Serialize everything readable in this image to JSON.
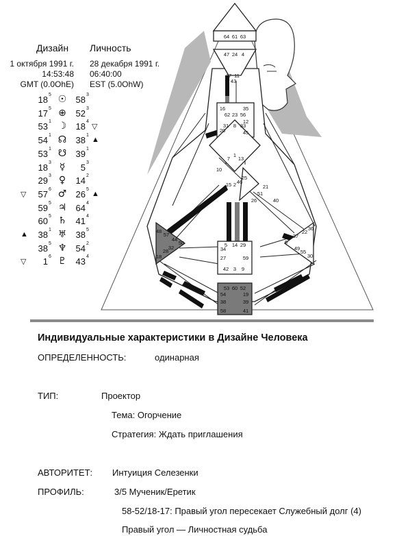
{
  "design": {
    "title": "Дизайн",
    "date": "1 октября 1991 г.",
    "time": "14:53:48",
    "zone": "GMT (0.0OhE)"
  },
  "personality": {
    "title": "Личность",
    "date": "28 декабря 1991 г.",
    "time": "06:40:00",
    "zone": "EST (5.0OhW)"
  },
  "planets": [
    {
      "d_mark": "",
      "d_gate": "18",
      "d_line": "5",
      "symbol": "☉",
      "p_gate": "58",
      "p_line": "3",
      "p_mark": ""
    },
    {
      "d_mark": "",
      "d_gate": "17",
      "d_line": "5",
      "symbol": "⊕",
      "p_gate": "52",
      "p_line": "3",
      "p_mark": ""
    },
    {
      "d_mark": "",
      "d_gate": "53",
      "d_line": "1",
      "symbol": "☽",
      "p_gate": "18",
      "p_line": "4",
      "p_mark": "▽"
    },
    {
      "d_mark": "",
      "d_gate": "54",
      "d_line": "1",
      "symbol": "☊",
      "p_gate": "38",
      "p_line": "1",
      "p_mark": "▲"
    },
    {
      "d_mark": "",
      "d_gate": "53",
      "d_line": "1",
      "symbol": "☋",
      "p_gate": "39",
      "p_line": "1",
      "p_mark": ""
    },
    {
      "d_mark": "",
      "d_gate": "18",
      "d_line": "3",
      "symbol": "☿",
      "p_gate": "5",
      "p_line": "3",
      "p_mark": ""
    },
    {
      "d_mark": "",
      "d_gate": "29",
      "d_line": "3",
      "symbol": "♀",
      "p_gate": "14",
      "p_line": "2",
      "p_mark": ""
    },
    {
      "d_mark": "▽",
      "d_gate": "57",
      "d_line": "6",
      "symbol": "♂",
      "p_gate": "26",
      "p_line": "5",
      "p_mark": "▲"
    },
    {
      "d_mark": "",
      "d_gate": "59",
      "d_line": "5",
      "symbol": "♃",
      "p_gate": "64",
      "p_line": "4",
      "p_mark": ""
    },
    {
      "d_mark": "",
      "d_gate": "60",
      "d_line": "5",
      "symbol": "♄",
      "p_gate": "41",
      "p_line": "4",
      "p_mark": ""
    },
    {
      "d_mark": "▲",
      "d_gate": "38",
      "d_line": "1",
      "symbol": "♅",
      "p_gate": "38",
      "p_line": "5",
      "p_mark": ""
    },
    {
      "d_mark": "",
      "d_gate": "38",
      "d_line": "5",
      "symbol": "♆",
      "p_gate": "54",
      "p_line": "2",
      "p_mark": ""
    },
    {
      "d_mark": "▽",
      "d_gate": "1",
      "d_line": "6",
      "symbol": "♇",
      "p_gate": "43",
      "p_line": "4",
      "p_mark": ""
    }
  ],
  "bodygraph": {
    "head_gates": [
      "64",
      "61",
      "63"
    ],
    "ajna_gates": [
      "47",
      "24",
      "4",
      "17",
      "11",
      "43"
    ],
    "throat_gates": [
      "16",
      "62",
      "23",
      "56",
      "35",
      "12",
      "20",
      "31",
      "8",
      "33",
      "45"
    ],
    "g_gates": [
      "7",
      "1",
      "13",
      "10",
      "25",
      "15",
      "2",
      "46"
    ],
    "heart_gates": [
      "21",
      "51",
      "26",
      "40"
    ],
    "spleen_gates": [
      "48",
      "57",
      "44",
      "50",
      "32",
      "28",
      "18"
    ],
    "sacral_gates": [
      "5",
      "14",
      "29",
      "34",
      "27",
      "59",
      "42",
      "3",
      "9"
    ],
    "solar_gates": [
      "36",
      "22",
      "37",
      "6",
      "49",
      "55",
      "30"
    ],
    "root_gates": [
      "53",
      "60",
      "52",
      "54",
      "19",
      "38",
      "39",
      "58",
      "41"
    ],
    "colors": {
      "defined": "#7a7a7a",
      "black": "#111111",
      "triangle": "#b5b5b5",
      "divider": "#8a8a8a"
    }
  },
  "info": {
    "title": "Индивидуальные характеристики в Дизайне Человека",
    "definition_label": "ОПРЕДЕЛЕННОСТЬ:",
    "definition_value": "одинарная",
    "type_label": "ТИП:",
    "type_value": "Проектор",
    "theme": "Тема: Огорчение",
    "strategy": "Стратегия: Ждать приглашения",
    "authority_label": "АВТОРИТЕТ:",
    "authority_value": "Интуиция Селезенки",
    "profile_label": "ПРОФИЛЬ:",
    "profile_value": "3/5 Мученик/Еретик",
    "cross": "58-52/18-17: Правый угол пересекает Служебный долг (4)",
    "destiny": "Правый угол — Личностная судьба"
  }
}
